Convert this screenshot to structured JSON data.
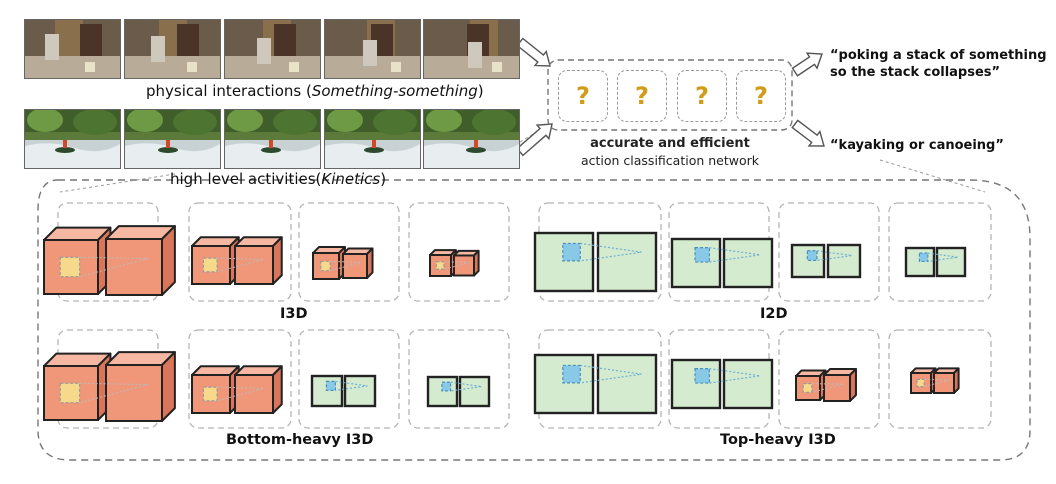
{
  "captions": {
    "physical": "physical interactions (",
    "physical_dataset": "Something-something",
    "physical_close": ")",
    "activities": "high level activities(",
    "activities_dataset": "Kinetics",
    "activities_close": ")"
  },
  "network": {
    "title": "accurate and efficient",
    "subtitle": "action classification network",
    "unknown_symbol": "?"
  },
  "outputs": [
    {
      "line1": "“poking a stack of something",
      "line2": "so the stack collapses”"
    },
    {
      "line1": "“kayaking or canoeing”",
      "line2": ""
    }
  ],
  "variants": {
    "i3d": "I3D",
    "i2d": "I2D",
    "bottom_heavy": "Bottom-heavy I3D",
    "top_heavy": "Top-heavy I3D"
  },
  "colors": {
    "cube_front": "#f0977a",
    "cube_top": "#f6b8a3",
    "cube_side": "#d8755a",
    "plane_fill": "#d5ebcf",
    "kernel_3d": "#f6d98a",
    "kernel_2d": "#89c9e8",
    "question": "#d19c17"
  }
}
